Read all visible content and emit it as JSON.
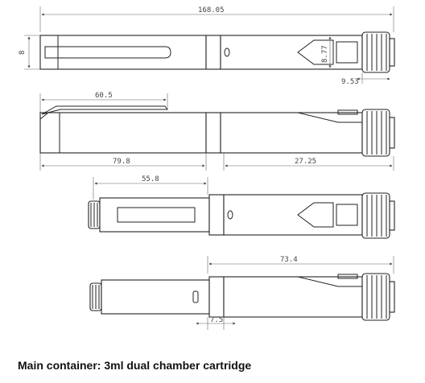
{
  "caption": "Main container:  3ml dual chamber cartridge",
  "dimensions": {
    "overall_length": "168.05",
    "diameter": "8",
    "window_height": "8.77",
    "cap_width": "9.53",
    "clip_length": "60.5",
    "body_length": "79.8",
    "cap_length": "27.25",
    "plunger_extension": "55.8",
    "barrel_length": "73.4",
    "tip_length": "7.5"
  }
}
